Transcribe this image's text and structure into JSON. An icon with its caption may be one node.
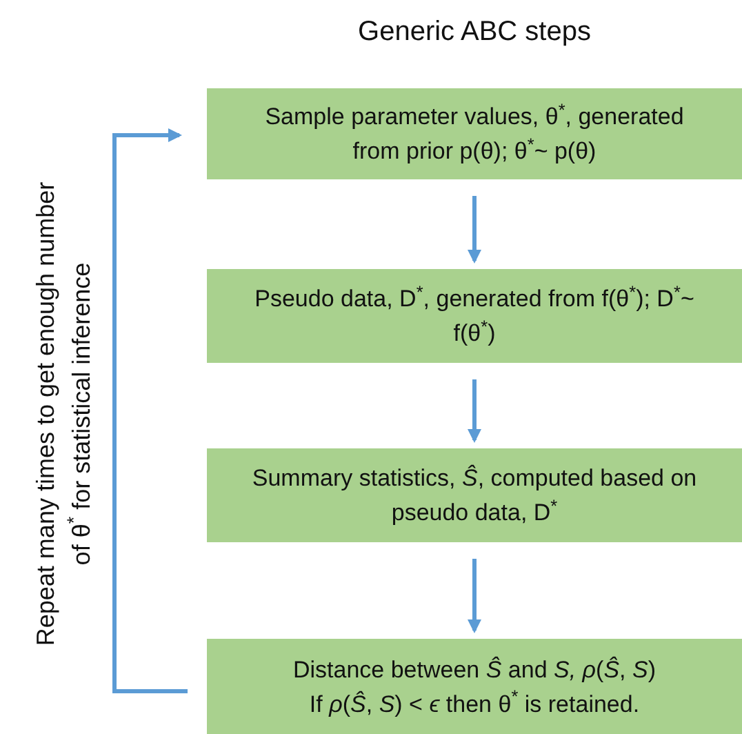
{
  "diagram": {
    "title": "Generic ABC steps",
    "nodes": [
      {
        "text": [
          "Sample parameter values, θ$^{*}$, generated from prior p(θ); θ$^{*}$~ p(θ)"
        ]
      },
      {
        "text": [
          "Pseudo data, D$^{*}$, generated from f(θ$^{*}$); D$^{*}$~ f(θ$^{*}$)"
        ]
      },
      {
        "text": [
          "Summary statistics, *Ŝ*, computed based on pseudo data, D$^{*}$"
        ]
      },
      {
        "text": [
          "Distance between *Ŝ* and *S, ρ*(*Ŝ*, *S*)",
          "If *ρ*(*Ŝ*, *S*) < *ϵ* then θ$^{*}$ is retained."
        ]
      }
    ],
    "edges": [
      {
        "from": 0,
        "to": 1,
        "arrow": "to"
      },
      {
        "from": 1,
        "to": 2,
        "arrow": "to"
      },
      {
        "from": 2,
        "to": 3,
        "arrow": "to"
      },
      {
        "from": 3,
        "to": 0,
        "arrow": "to",
        "label": "Repeat many times to get enough number of θ$^{*}$ for statistical inference"
      }
    ]
  }
}
